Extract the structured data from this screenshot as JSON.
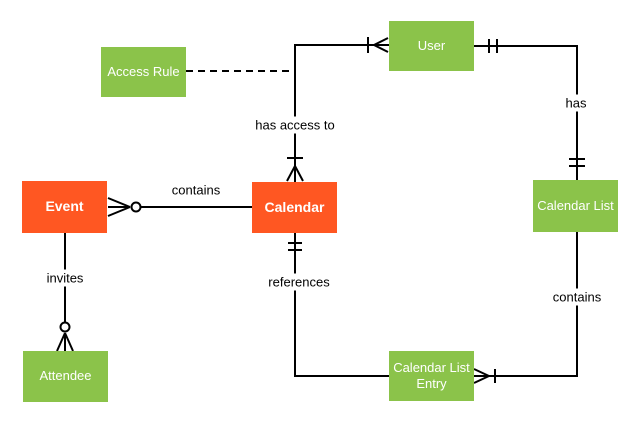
{
  "colors": {
    "entity_orange": "#FF5722",
    "entity_green": "#8BC34A",
    "entity_text": "#FFFFFF",
    "line": "#000000",
    "label_text": "#000000",
    "background": "#FFFFFF"
  },
  "entities": [
    {
      "id": "access-rule",
      "label": "Access Rule",
      "color": "green"
    },
    {
      "id": "user",
      "label": "User",
      "color": "green"
    },
    {
      "id": "event",
      "label": "Event",
      "color": "orange"
    },
    {
      "id": "calendar",
      "label": "Calendar",
      "color": "orange"
    },
    {
      "id": "calendar-list",
      "label": "Calendar List",
      "color": "green"
    },
    {
      "id": "attendee",
      "label": "Attendee",
      "color": "green"
    },
    {
      "id": "calendar-list-entry",
      "label": "Calendar List Entry",
      "color": "green"
    }
  ],
  "relationships": [
    {
      "label": "contains",
      "from": "Calendar",
      "to": "Event",
      "cardinality_at_event": "zero-or-many",
      "style": "solid"
    },
    {
      "label": "has access to",
      "from": "Calendar",
      "to": "User",
      "cardinality_at_calendar": "one-or-many",
      "cardinality_at_user": "one-or-many",
      "style": "solid"
    },
    {
      "label": "has",
      "from": "User",
      "to": "Calendar List",
      "cardinality_at_user": "one-and-only-one",
      "cardinality_at_calendar_list": "one-and-only-one",
      "style": "solid"
    },
    {
      "label": "contains",
      "from": "Calendar List",
      "to": "Calendar List Entry",
      "cardinality_at_calendar_list_entry": "one-or-many",
      "style": "solid"
    },
    {
      "label": "references",
      "from": "Calendar",
      "to": "Calendar List Entry",
      "cardinality_at_calendar": "one-and-only-one",
      "style": "solid"
    },
    {
      "label": "invites",
      "from": "Event",
      "to": "Attendee",
      "cardinality_at_attendee": "zero-or-many",
      "style": "solid"
    },
    {
      "label": "",
      "from": "Access Rule",
      "to": "has-access-to relationship",
      "style": "dashed"
    }
  ]
}
